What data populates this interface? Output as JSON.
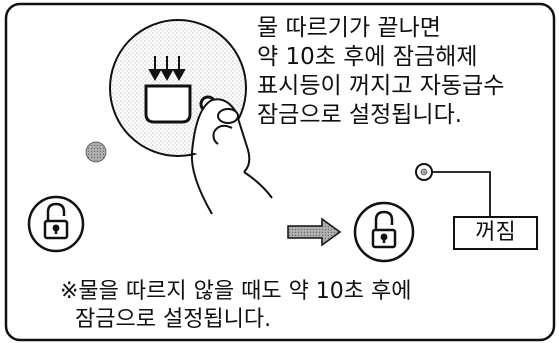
{
  "instruction": {
    "lines": [
      "물 따르기가 끝나면",
      "약 10초 후에 잠금해제",
      "표시등이 꺼지고 자동급수",
      "잠금으로 설정됩니다."
    ]
  },
  "indicator_label": "꺼짐",
  "note": {
    "lines": [
      "※물을 따르지 않을 때도 약 10초 후에",
      "잠금으로 설정됩니다."
    ]
  },
  "icons": [
    "water-drip-icon",
    "cup-icon",
    "pointing-finger-icon",
    "lock-icon",
    "arrow-right-icon",
    "indicator-led-icon"
  ],
  "colors": {
    "stroke": "#111111",
    "panel_dots": "#bdbdbd",
    "led_gray": "#8a8a8a",
    "arrow_fill": "#9a9a9a"
  }
}
